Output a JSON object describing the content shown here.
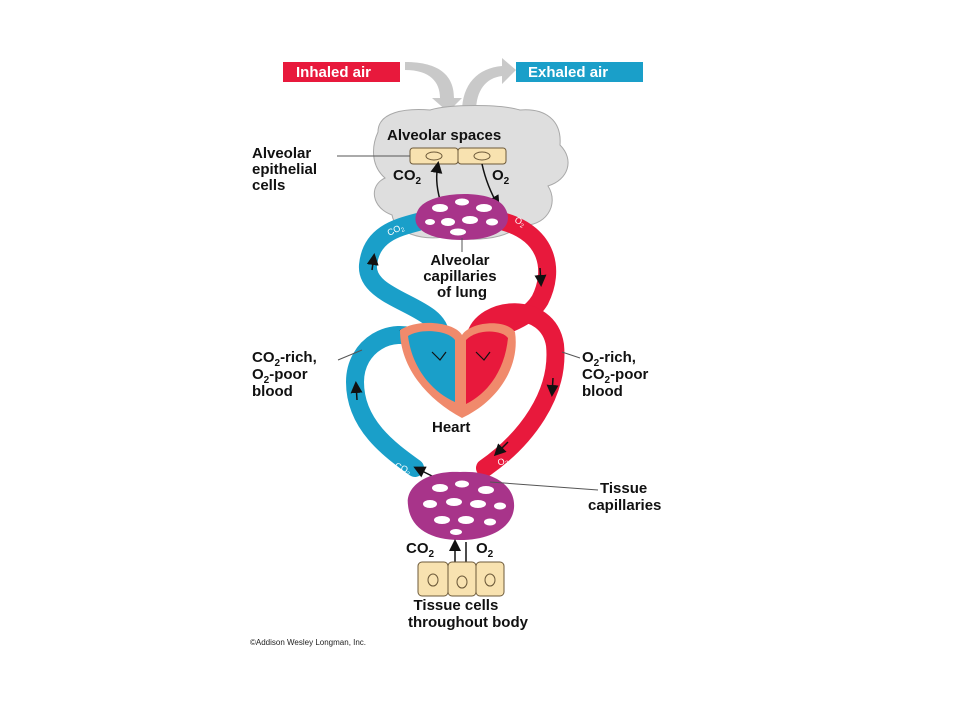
{
  "top_tags": {
    "inhaled": {
      "text": "Inhaled air",
      "color": "#e8193c"
    },
    "exhaled": {
      "text": "Exhaled air",
      "color": "#1a9fc9"
    }
  },
  "labels": {
    "alveolar_spaces": "Alveolar spaces",
    "epithelial": [
      "Alveolar",
      "epithelial",
      "cells"
    ],
    "alveolar_capillaries": [
      "Alveolar",
      "capillaries",
      "of lung"
    ],
    "co2_rich": {
      "line1": {
        "sym": "CO",
        "sub": "2",
        "tail": "-rich,"
      },
      "line2": {
        "sym": "O",
        "sub": "2",
        "tail": "-poor"
      },
      "line3": "blood"
    },
    "o2_rich": {
      "line1": {
        "sym": "O",
        "sub": "2",
        "tail": "-rich,"
      },
      "line2": {
        "sym": "CO",
        "sub": "2",
        "tail": "-poor"
      },
      "line3": "blood"
    },
    "heart": "Heart",
    "tissue_capillaries": [
      "Tissue",
      "capillaries"
    ],
    "tissue_cells": [
      "Tissue cells",
      "throughout body"
    ],
    "copyright": "©Addison Wesley Longman, Inc."
  },
  "gases": {
    "co2": {
      "sym": "CO",
      "sub": "2"
    },
    "o2": {
      "sym": "O",
      "sub": "2"
    }
  },
  "colors": {
    "oxygenated": "#e8193c",
    "deoxygenated": "#1a9fc9",
    "capillary": "#a8348a",
    "heart_muscle": "#f08a6c",
    "cell_fill": "#f8e2b0",
    "lung": "#dedede"
  }
}
